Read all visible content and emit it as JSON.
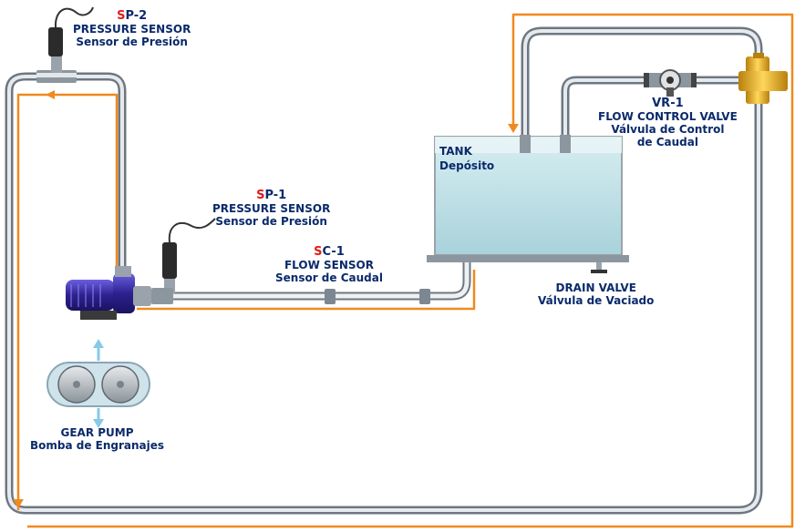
{
  "colors": {
    "pipe": "#8f9aa3",
    "pipe_light": "#e4e8ec",
    "flow_arrow": "#f08a1e",
    "label": "#0a2a6b",
    "tag_letter": "#e31b1b",
    "pump_body": "#3a2ea8",
    "tank_water": "#b9dde3",
    "valve_brass": "#e0a61a"
  },
  "sp2": {
    "code_letter": "S",
    "code_rest": "P-2",
    "name_en": "PRESSURE SENSOR",
    "name_es": "Sensor de Presión"
  },
  "sp1": {
    "code_letter": "S",
    "code_rest": "P-1",
    "name_en": "PRESSURE SENSOR",
    "name_es": "Sensor de Presión"
  },
  "sc1": {
    "code_letter": "S",
    "code_rest": "C-1",
    "name_en": "FLOW SENSOR",
    "name_es": "Sensor de Caudal"
  },
  "tank": {
    "name_en": "TANK",
    "name_es": "Depósito"
  },
  "vr1": {
    "code": "VR-1",
    "name_en": "FLOW CONTROL VALVE",
    "name_es_line1": "Válvula de Control",
    "name_es_line2": "de Caudal"
  },
  "drain": {
    "name_en": "DRAIN VALVE",
    "name_es": "Válvula de Vaciado"
  },
  "pump": {
    "name_en": "GEAR PUMP",
    "name_es": "Bomba de Engranajes"
  }
}
